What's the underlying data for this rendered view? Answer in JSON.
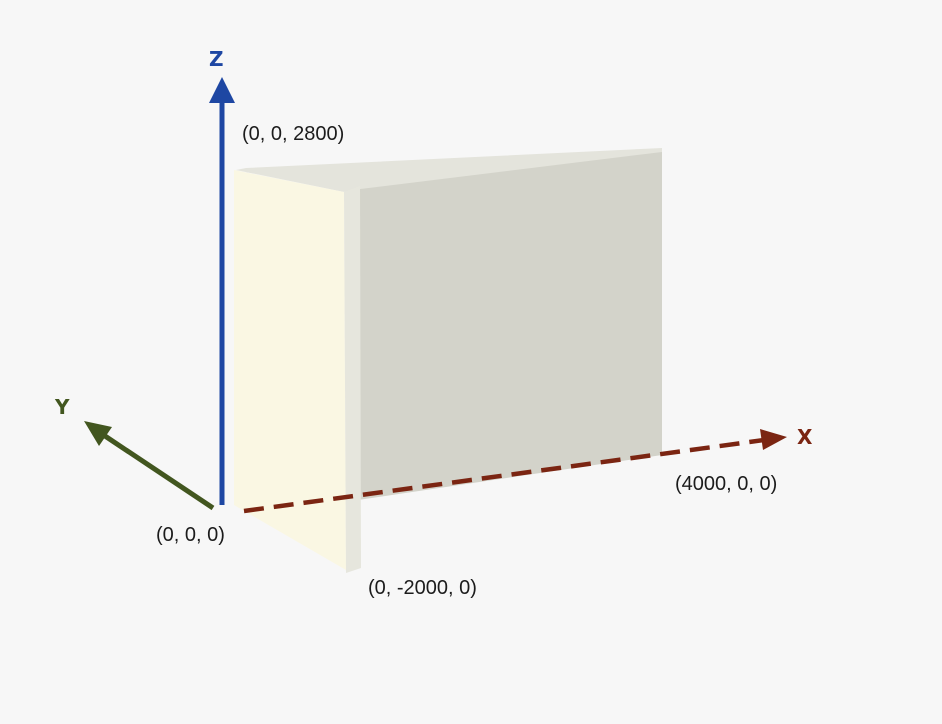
{
  "colors": {
    "background": "#f7f7f7",
    "z_axis": "#1e47a3",
    "y_axis": "#42561f",
    "x_axis": "#7b2512",
    "back_wall": "#d3d3ca",
    "side_wall": "#faf7e3",
    "wall_edge": "#e4e4dc"
  },
  "axes": {
    "z": {
      "label": "Z"
    },
    "y": {
      "label": "Y"
    },
    "x": {
      "label": "X"
    }
  },
  "points": {
    "origin": "(0, 0, 0)",
    "top": "(0, 0, 2800)",
    "x_end": "(4000, 0, 0)",
    "y_end": "(0, -2000, 0)"
  }
}
